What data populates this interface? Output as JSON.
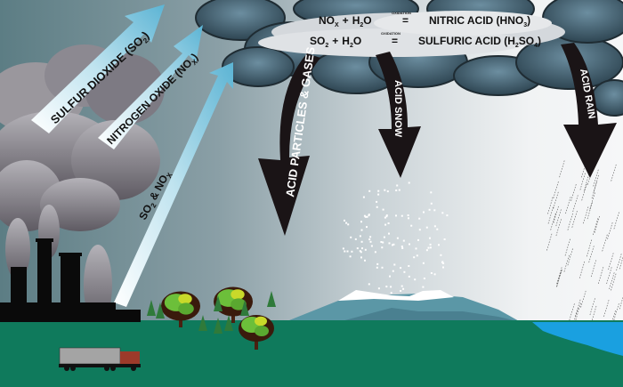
{
  "title": "Acid rain formation diagram",
  "equations": [
    {
      "reactant1": "NO",
      "reactant1_sub": "X",
      "plus": "+",
      "reactant2": "H",
      "reactant2_sub": "2",
      "reactant2_tail": "O",
      "process": "OXIDATION",
      "equals": "=",
      "product": "NITRIC ACID (HNO",
      "product_sub": "3",
      "product_tail": ")"
    },
    {
      "reactant1": "SO",
      "reactant1_sub": "2",
      "plus": "+",
      "reactant2": "H",
      "reactant2_sub": "2",
      "reactant2_tail": "O",
      "process": "OXIDATION",
      "equals": "=",
      "product": "SULFURIC ACID (H",
      "product_sub": "2",
      "product_mid": "SO",
      "product_sub2": "4",
      "product_tail": ")"
    }
  ],
  "emission_arrows": [
    {
      "label": "SULFUR DIOXIDE (SO",
      "sub": "2",
      "tail": ")"
    },
    {
      "label": "NITROGEN OXIDE (NO",
      "sub": "X",
      "tail": ")"
    },
    {
      "label": "SO",
      "sub": "2",
      "mid": " & NO",
      "sub2": "X"
    }
  ],
  "deposition_arrows": [
    {
      "label": "ACID PARTICLES & GASES"
    },
    {
      "label": "ACID SNOW"
    },
    {
      "label": "ACID RAIN"
    }
  ],
  "colors": {
    "sky_left": "#5f8086",
    "sky_right": "#f4f5f6",
    "ground": "#0f7a5c",
    "lake": "#1aa0e0",
    "mountain": "#4d8a9a",
    "storm_cloud": "#4a6e80",
    "emission_arrow": "#7ec4dc",
    "deposition_arrow": "#1a1416",
    "smoke": "#7a7680",
    "truck_cab": "#9c3a2a"
  }
}
